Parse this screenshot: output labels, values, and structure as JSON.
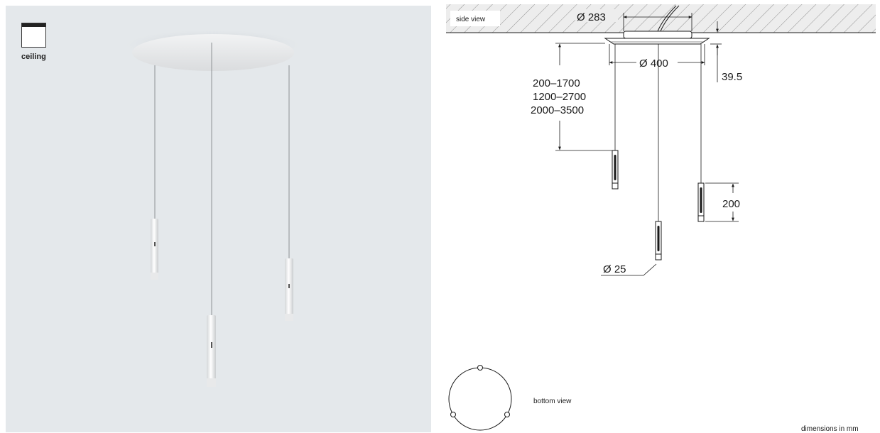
{
  "photo": {
    "ceiling_label": "ceiling"
  },
  "side_view": {
    "label": "side view",
    "canopy_diameter": "Ø 283",
    "plate_diameter": "Ø 400",
    "height": "39.5",
    "cable_lengths": [
      "200–1700",
      "1200–2700",
      "2000–3500"
    ],
    "spot_length": "200",
    "spot_diameter": "Ø 25"
  },
  "bottom_view": {
    "label": "bottom view"
  },
  "units": "dimensions in mm"
}
